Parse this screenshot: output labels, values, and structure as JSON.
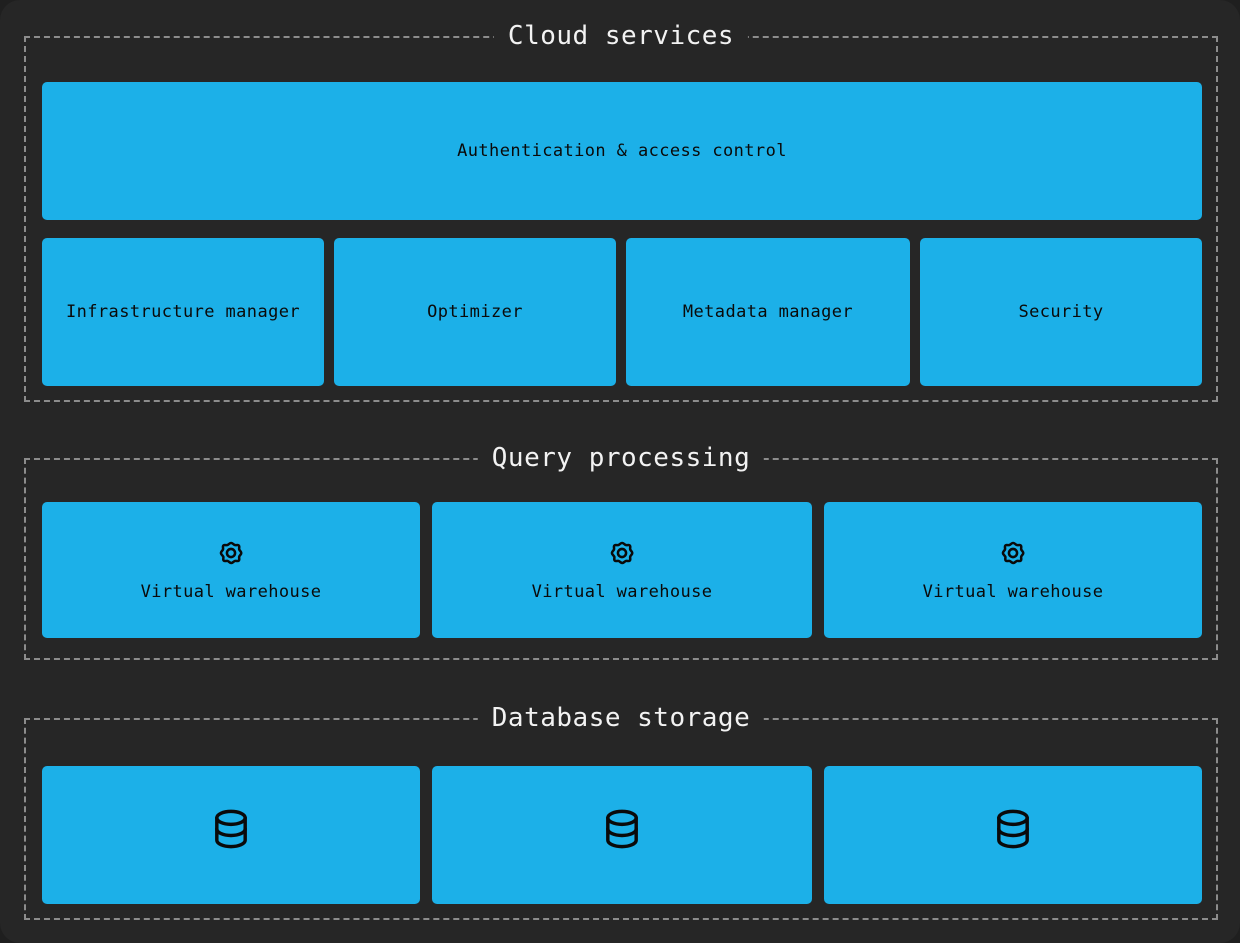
{
  "theme": {
    "page_background": "#1f1f1f",
    "panel_background": "#262626",
    "node_color": "#1cb0e8",
    "node_text_color": "#0a0a0a",
    "group_border_color": "#8c8c8c",
    "group_title_color": "#f2f2f2"
  },
  "diagram": {
    "sections": [
      {
        "id": "cloud-services",
        "title": "Cloud services",
        "full_width_node": {
          "label": "Authentication & access control"
        },
        "nodes": [
          {
            "label": "Infrastructure manager",
            "icon": ""
          },
          {
            "label": "Optimizer",
            "icon": ""
          },
          {
            "label": "Metadata manager",
            "icon": ""
          },
          {
            "label": "Security",
            "icon": ""
          }
        ]
      },
      {
        "id": "query-processing",
        "title": "Query processing",
        "nodes": [
          {
            "label": "Virtual warehouse",
            "icon": "gear-icon"
          },
          {
            "label": "Virtual warehouse",
            "icon": "gear-icon"
          },
          {
            "label": "Virtual warehouse",
            "icon": "gear-icon"
          }
        ]
      },
      {
        "id": "database-storage",
        "title": "Database storage",
        "nodes": [
          {
            "label": "",
            "icon": "database-icon"
          },
          {
            "label": "",
            "icon": "database-icon"
          },
          {
            "label": "",
            "icon": "database-icon"
          }
        ]
      }
    ]
  }
}
